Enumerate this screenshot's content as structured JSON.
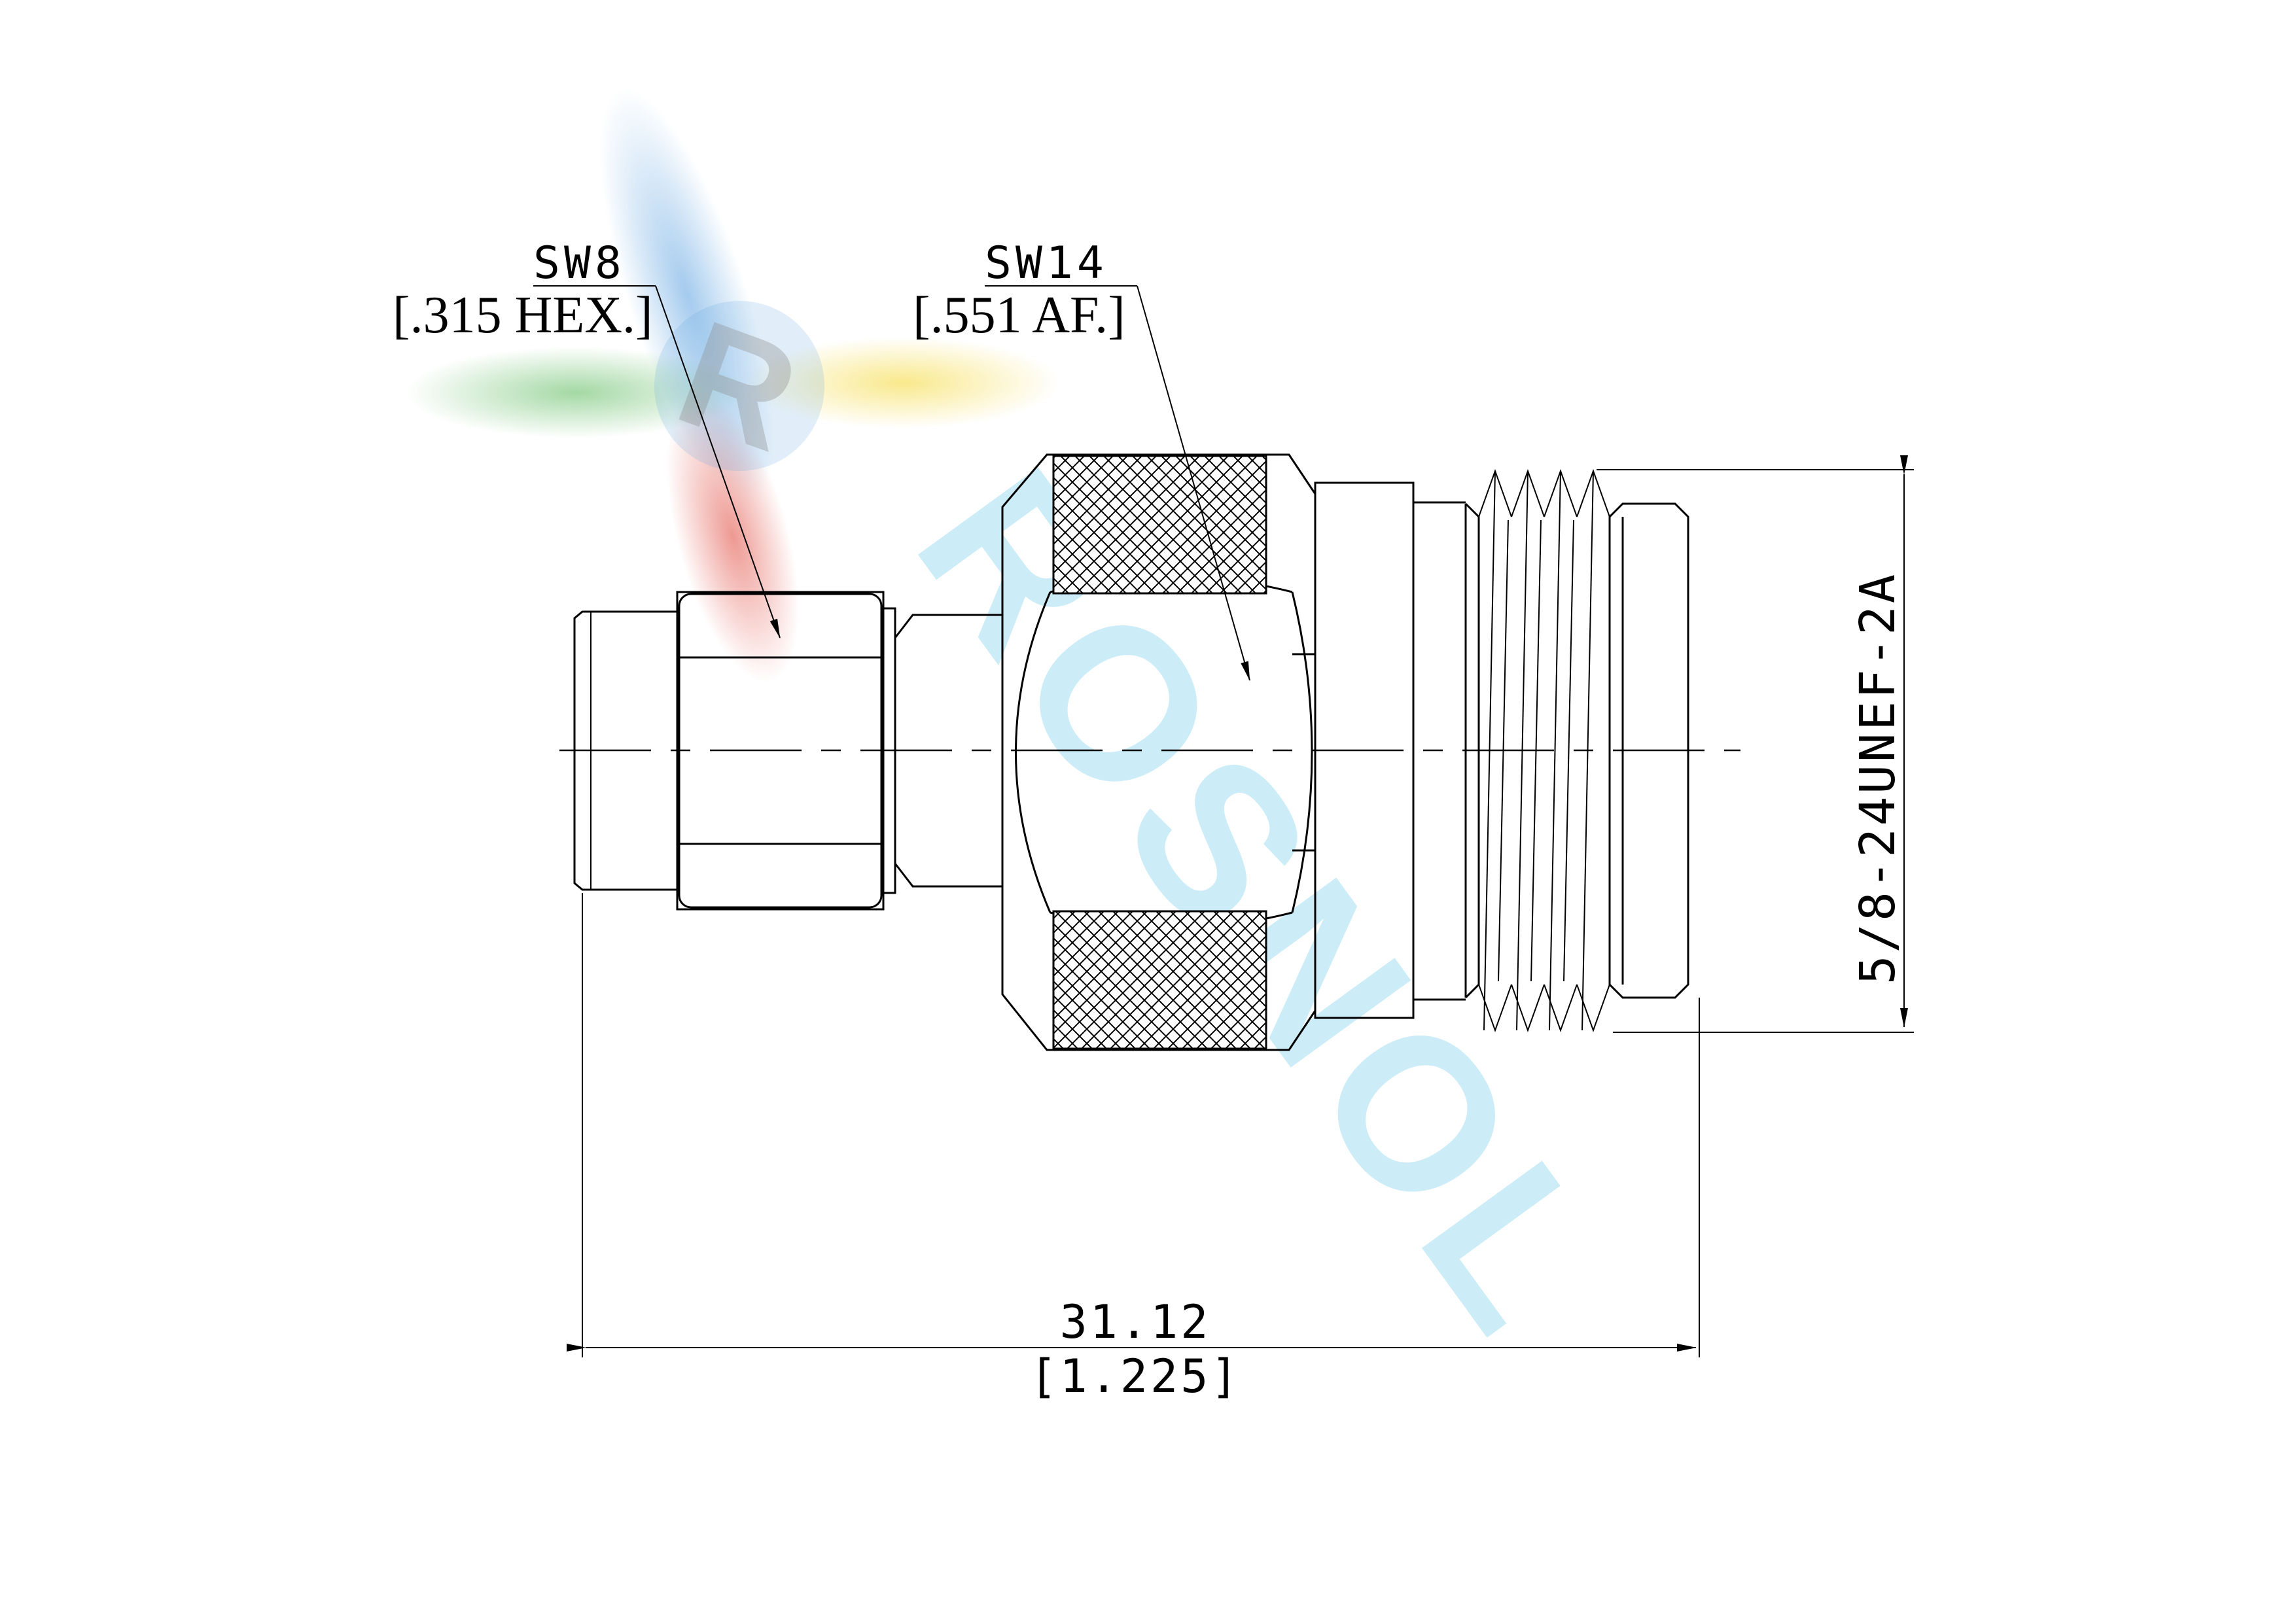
{
  "callouts": {
    "sw8_label": "SW8",
    "sw8_note": "[.315 HEX.]",
    "sw14_label": "SW14",
    "sw14_note": "[.551 AF.]"
  },
  "dimensions": {
    "length_mm": "31.12",
    "length_in": "[1.225]",
    "thread_spec": "5/8-24UNEF-2A"
  },
  "watermark": {
    "text": "ROSNOL",
    "colors": [
      "#5aa0e0",
      "#e0453a",
      "#49b24a",
      "#f3d21a",
      "#8fd8f0"
    ]
  }
}
